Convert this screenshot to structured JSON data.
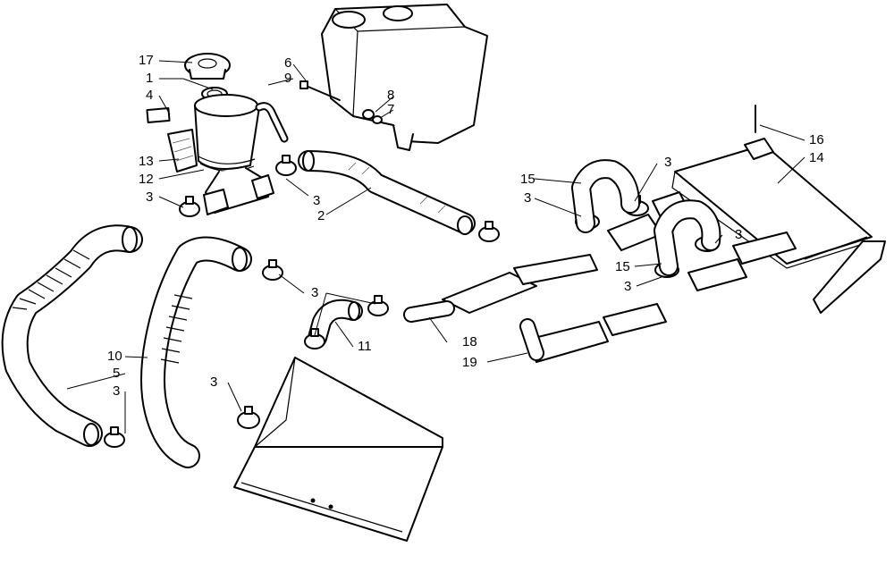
{
  "callouts": [
    "17",
    "1",
    "4",
    "13",
    "12",
    "3",
    "6",
    "9",
    "8",
    "7",
    "2",
    "3",
    "15",
    "3",
    "3",
    "16",
    "14",
    "3",
    "15",
    "3",
    "10",
    "5",
    "3",
    "3",
    "11",
    "18",
    "19",
    "3"
  ]
}
